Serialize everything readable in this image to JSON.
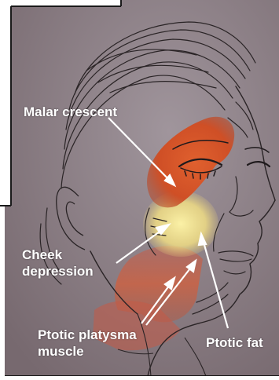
{
  "labels": {
    "malar_crescent": "Malar crescent",
    "cheek_depression": [
      "Cheek",
      "depression"
    ],
    "ptotic_platysma": [
      "Ptotic platysma",
      "muscle"
    ],
    "ptotic_fat": "Ptotic fat"
  },
  "colors": {
    "background": "#8a7e86",
    "malar_crescent": "#d8542a",
    "ptotic_fat": "#f4e79a",
    "platysma": "#cf5a3c",
    "label_text": "#ffffff",
    "line_art": "#2a2426"
  }
}
